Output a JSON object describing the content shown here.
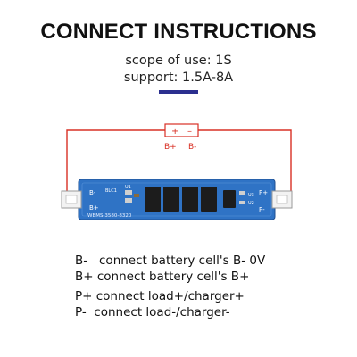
{
  "header": {
    "title": "CONNECT INSTRUCTIONS",
    "scope": "scope of use: 1S",
    "support": "support: 1.5A-8A"
  },
  "diagram": {
    "battery_plus_sign": "+",
    "battery_minus_sign": "–",
    "label_b_plus": "B+",
    "label_b_minus": "B-",
    "board_text_b_minus": "B-",
    "board_text_b_plus": "B+",
    "board_text_p_plus": "P+",
    "board_text_p_minus": "P-",
    "board_text_bl": "BLC1",
    "board_text_u1": "U1",
    "board_text_u2": "U2",
    "board_text_u3": "U3",
    "board_part_number": "WBMS-3580-8320",
    "colors": {
      "wire": "#d93025",
      "board": "#2f73c5",
      "chip": "#1c1c1c",
      "accent": "#2b2f8f"
    }
  },
  "instructions": [
    "B-   connect battery cell's B- 0V",
    "B+ connect battery cell's B+",
    "P+ connect load+/charger+",
    "P-  connect load-/charger-"
  ]
}
